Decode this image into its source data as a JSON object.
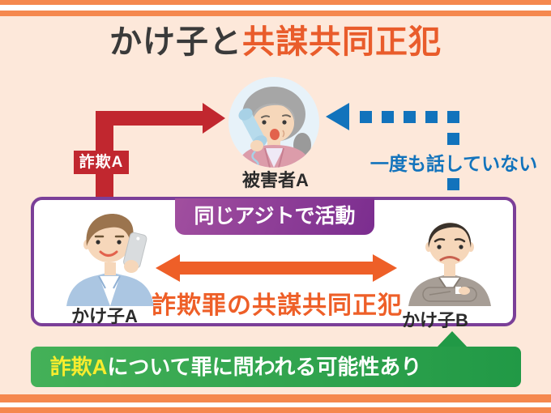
{
  "colors": {
    "background": "#fde8da",
    "frame_orange": "#f5884e",
    "title_dark": "#3a3a3a",
    "title_orange": "#e95c2b",
    "arrow_red": "#c1272f",
    "blue": "#1273bc",
    "purple_border": "#7b3f98",
    "purple_label_from": "#a14f9f",
    "purple_label_to": "#7b2d8f",
    "arrow_orange": "#ee5f28",
    "green_from": "#44b158",
    "green_to": "#219946",
    "banner_yellow": "#f7ec2e"
  },
  "title": {
    "black_part": "かけ子と",
    "orange_part": "共謀共同正犯"
  },
  "victim": {
    "name": "被害者A"
  },
  "fraud_a_tag": "詐欺A",
  "no_contact_note": "一度も話していない",
  "hideout_label": "同じアジトで活動",
  "callers": {
    "a": "かけ子A",
    "b": "かけ子B"
  },
  "conspiracy_label": "詐欺罪の共謀共同正犯",
  "bottom_banner": {
    "highlight": "詐欺A",
    "rest": "について罪に問われる可能性あり"
  }
}
